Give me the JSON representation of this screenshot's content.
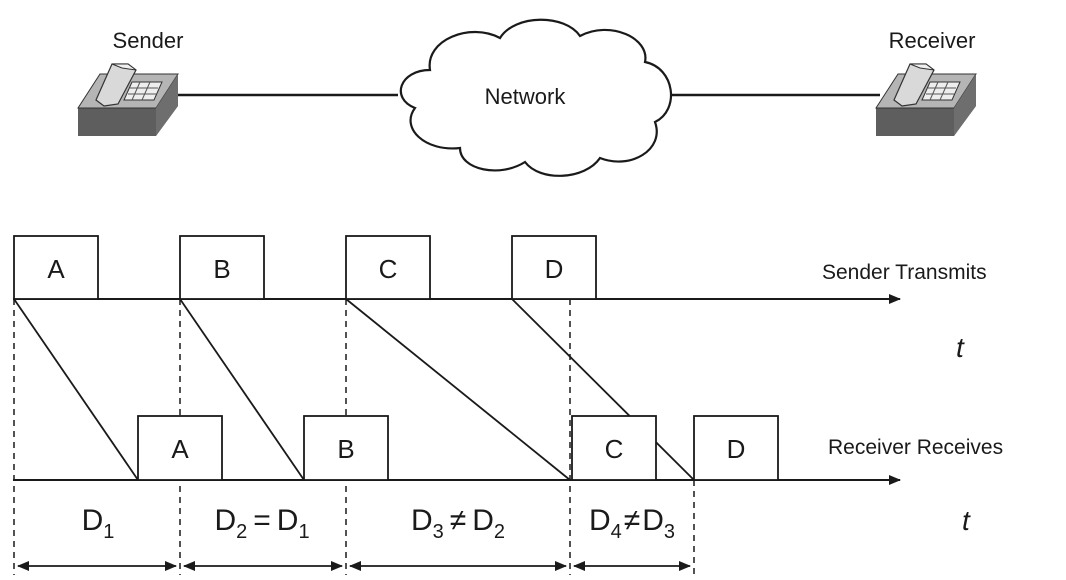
{
  "network": {
    "sender_label": "Sender",
    "receiver_label": "Receiver",
    "cloud_label": "Network",
    "sender_icon": "telephone-icon",
    "receiver_icon": "telephone-icon"
  },
  "timeline": {
    "sender_row_label": "Sender Transmits",
    "receiver_row_label": "Receiver Receives",
    "time_symbol": "t",
    "sent_packets": [
      "A",
      "B",
      "C",
      "D"
    ],
    "received_packets": [
      "A",
      "B",
      "C",
      "D"
    ]
  },
  "delays": [
    {
      "base": "D",
      "sub": "1",
      "rel": "",
      "base2": "",
      "sub2": ""
    },
    {
      "base": "D",
      "sub": "2",
      "rel": "=",
      "base2": "D",
      "sub2": "1"
    },
    {
      "base": "D",
      "sub": "3",
      "rel": "≠",
      "base2": "D",
      "sub2": "2"
    },
    {
      "base": "D",
      "sub": "4",
      "rel": "≠",
      "base2": "D",
      "sub2": "3"
    }
  ]
}
